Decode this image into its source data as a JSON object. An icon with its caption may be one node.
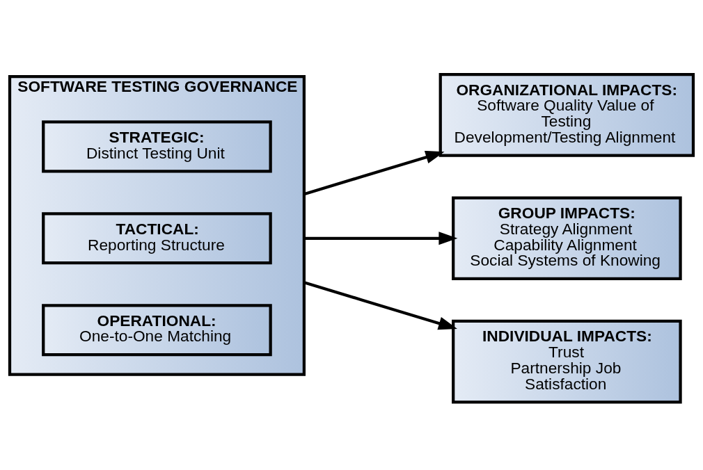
{
  "diagram": {
    "nodes": [
      {
        "text": [
          "SOFTWARE TESTING GOVERNANCE"
        ]
      },
      {
        "text": [
          "STRATEGIC:",
          "Distinct Testing Unit"
        ],
        "in": 0
      },
      {
        "text": [
          "TACTICAL:",
          "Reporting Structure"
        ],
        "in": 0
      },
      {
        "text": [
          "OPERATIONAL:",
          "One-to-One Matching"
        ],
        "in": 0
      },
      {
        "text": [
          "ORGANIZATIONAL IMPACTS:",
          "Software Quality Value of Testing Development/Testing Alignment"
        ]
      },
      {
        "text": [
          "GROUP IMPACTS:",
          "Strategy Alignment Capability Alignment Social Systems of Knowing"
        ]
      },
      {
        "text": [
          "INDIVIDUAL IMPACTS:",
          "Trust Partnership Job Satisfaction"
        ]
      }
    ],
    "edges": [
      {
        "from": 0,
        "to": 4,
        "arrow": "to"
      },
      {
        "from": 0,
        "to": 5,
        "arrow": "to"
      },
      {
        "from": 0,
        "to": 6,
        "arrow": "to"
      }
    ]
  }
}
